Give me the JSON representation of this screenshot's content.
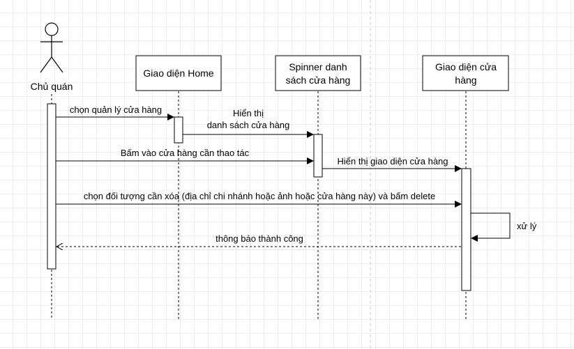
{
  "actor": {
    "name": "Chủ quán"
  },
  "lifelines": [
    {
      "id": "home",
      "lines": [
        "Giao diện Home"
      ]
    },
    {
      "id": "spinner",
      "lines": [
        "Spinner danh",
        "sách cửa hàng"
      ]
    },
    {
      "id": "store",
      "lines": [
        "Giao diện cửa",
        "hàng"
      ]
    }
  ],
  "messages": [
    {
      "id": "m1",
      "lines": [
        "chọn quản lý cửa hàng"
      ]
    },
    {
      "id": "m2",
      "lines": [
        "Hiển thị",
        "danh sách cửa hàng"
      ]
    },
    {
      "id": "m3",
      "lines": [
        "Bấm vào cửa hàng cần thao tác"
      ]
    },
    {
      "id": "m4",
      "lines": [
        "Hiển thị giao diện cửa hàng"
      ]
    },
    {
      "id": "m5",
      "lines": [
        "chọn đối tượng cần xóa (địa chỉ chi nhánh hoặc ảnh hoặc cửa hàng này) và bấm delete"
      ]
    },
    {
      "id": "m6",
      "lines": [
        "xử lý"
      ]
    },
    {
      "id": "m7",
      "lines": [
        "thông báo thành công"
      ]
    }
  ]
}
